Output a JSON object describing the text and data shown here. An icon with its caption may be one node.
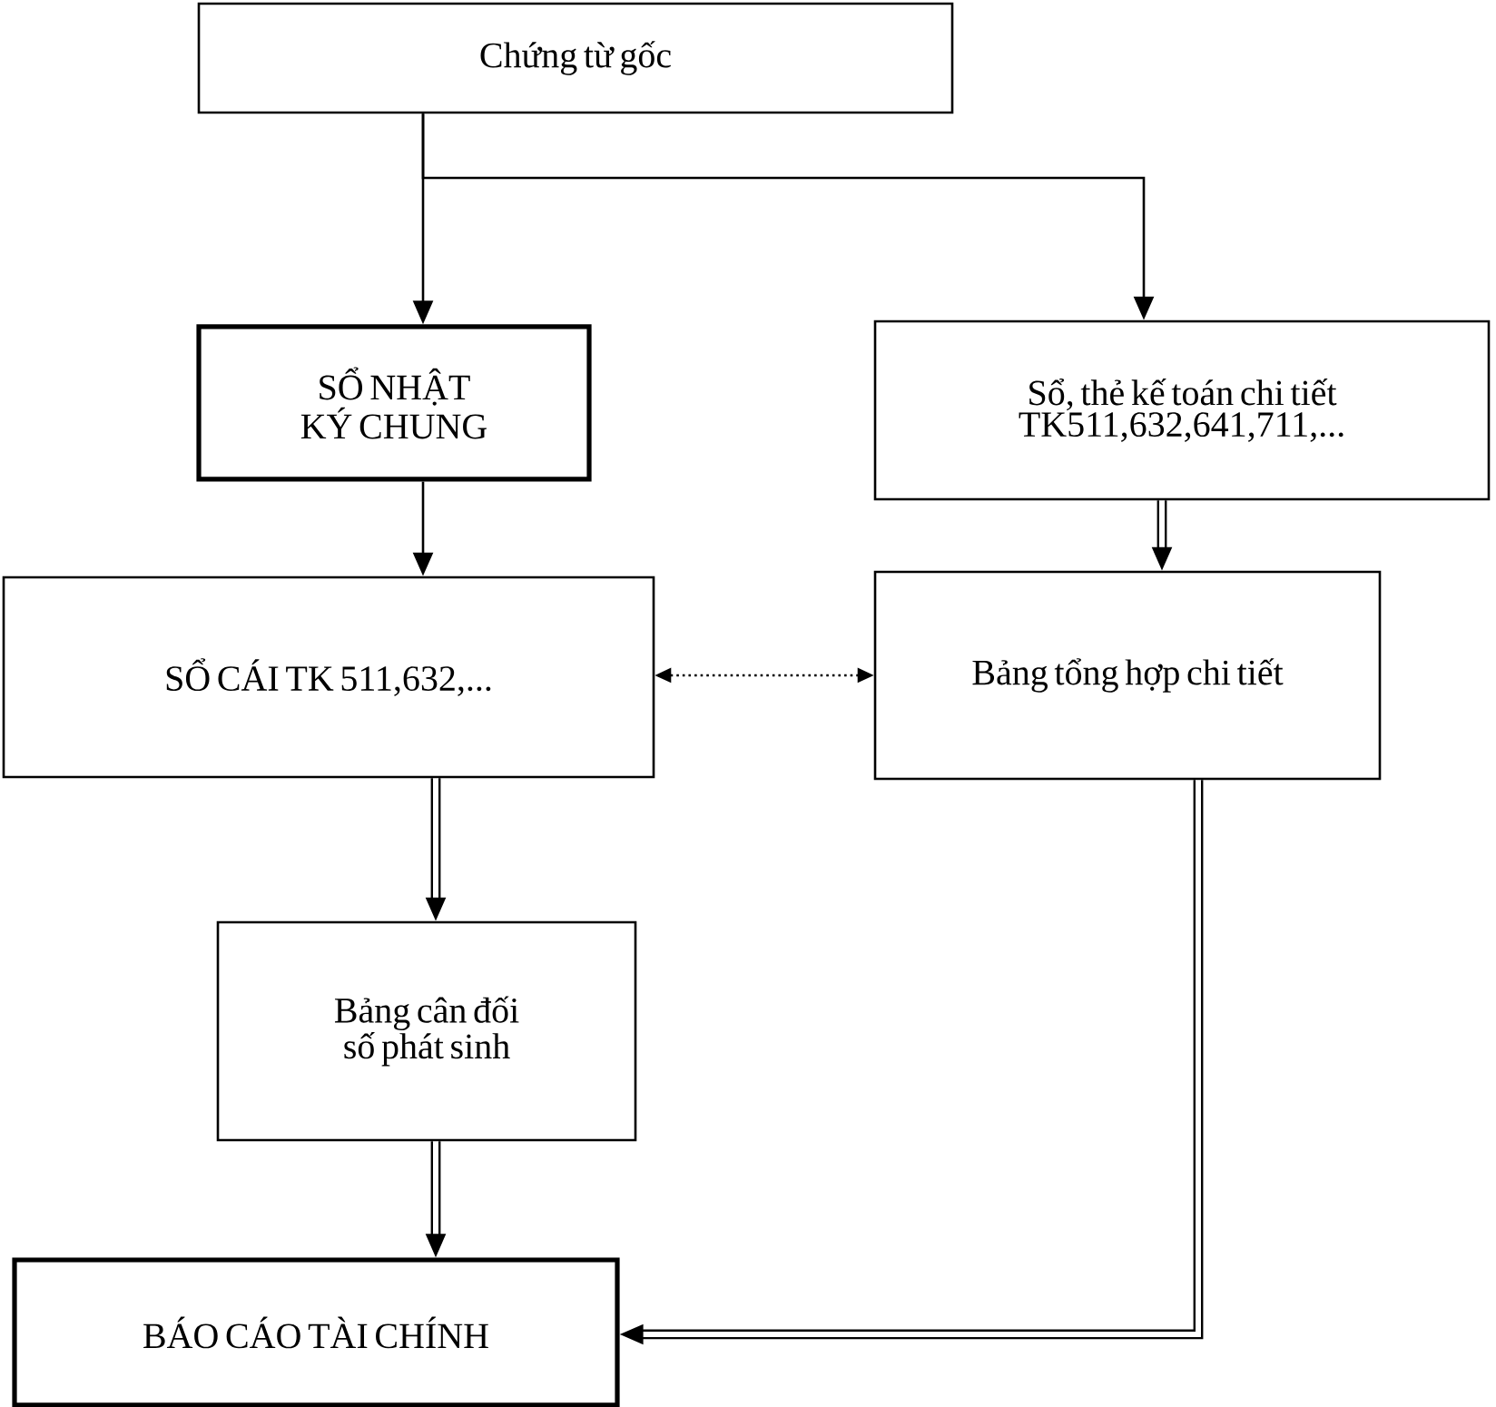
{
  "diagram": {
    "nodes": [
      {
        "text": [
          "Chứng từ gốc"
        ]
      },
      {
        "text": [
          "SỔ NHẬT KÝ CHUNG"
        ]
      },
      {
        "text": [
          "Sổ, thẻ kế toán chi tiết TK511,632,641,711,..."
        ]
      },
      {
        "text": [
          "SỔ CÁI TK 511,632,..."
        ]
      },
      {
        "text": [
          "Bảng tổng hợp chi tiết"
        ]
      },
      {
        "text": [
          "Bảng cân đối số phát sinh"
        ]
      },
      {
        "text": [
          "BÁO CÁO TÀI CHÍNH"
        ]
      }
    ],
    "edges": [
      {
        "from": 0,
        "to": 1,
        "arrow": "to"
      },
      {
        "from": 0,
        "to": 2,
        "arrow": "to"
      },
      {
        "from": 1,
        "to": 3,
        "arrow": "to"
      },
      {
        "from": 2,
        "to": 4,
        "arrow": "to",
        "style": "thick"
      },
      {
        "from": 3,
        "to": 4,
        "arrow": "both",
        "style": "dashed"
      },
      {
        "from": 3,
        "to": 5,
        "arrow": "to",
        "style": "thick"
      },
      {
        "from": 5,
        "to": 6,
        "arrow": "to",
        "style": "thick"
      },
      {
        "from": 4,
        "to": 6,
        "arrow": "to",
        "style": "thick"
      }
    ]
  }
}
